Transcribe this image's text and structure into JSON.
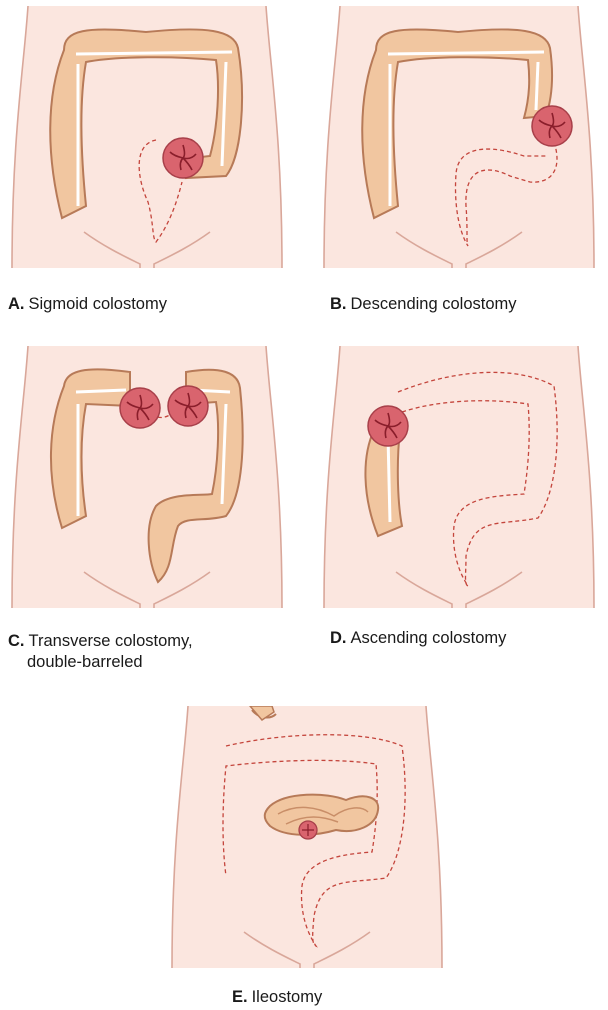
{
  "figure": {
    "panels": [
      {
        "letter": "A.",
        "label": "Sigmoid colostomy"
      },
      {
        "letter": "B.",
        "label": "Descending colostomy"
      },
      {
        "letter": "C.",
        "label": "Transverse colostomy,",
        "label_line2": "double-barreled"
      },
      {
        "letter": "D.",
        "label": "Ascending colostomy"
      },
      {
        "letter": "E.",
        "label": "Ileostomy"
      }
    ]
  },
  "colors": {
    "skin": "#fbe6df",
    "body_outline": "#d9a79a",
    "colon_fill": "#f1c6a0",
    "colon_outline": "#b77a58",
    "stoma_fill": "#d9646e",
    "stoma_center": "#8a1e2b",
    "dashed_outline": "#c4453c"
  }
}
